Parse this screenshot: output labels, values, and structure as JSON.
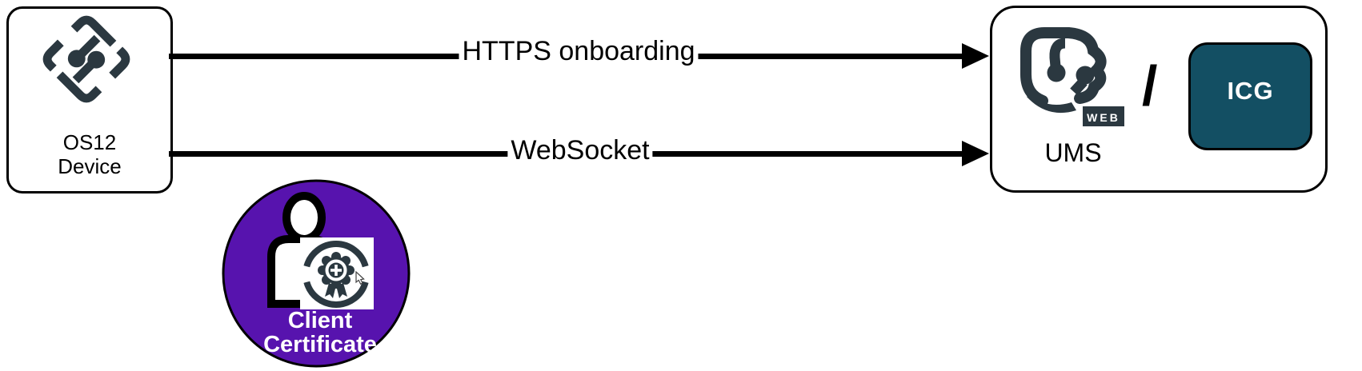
{
  "device_box": {
    "line1": "OS12",
    "line2": "Device"
  },
  "arrows": [
    {
      "label": "HTTPS onboarding"
    },
    {
      "label": "WebSocket"
    }
  ],
  "ums_box": {
    "web_badge": "WEB",
    "separator": "/",
    "icg_label": "ICG",
    "label": "UMS"
  },
  "certificate_badge": {
    "line1": "Client",
    "line2": "Certificate"
  },
  "colors": {
    "logo_slate": "#2B3840",
    "icg_teal": "#134F63",
    "certificate_purple": "#5713AE",
    "arrow_black": "#000000"
  }
}
